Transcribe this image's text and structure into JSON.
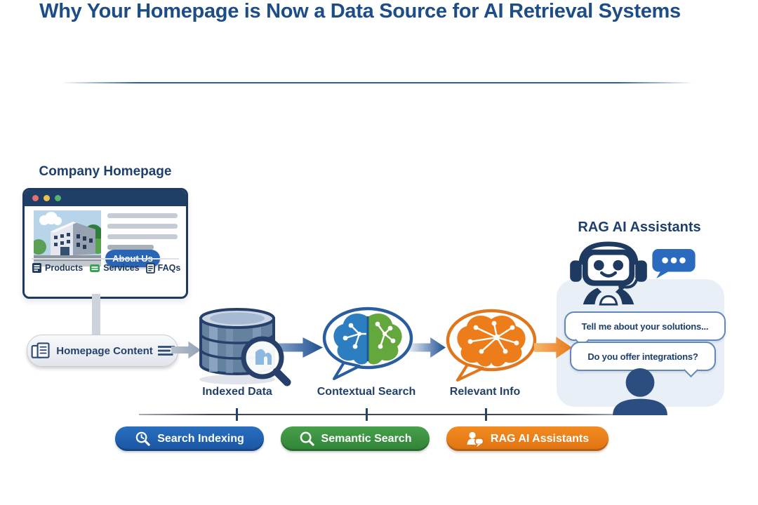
{
  "title": "Why Your Homepage is Now a Data Source for AI Retrieval Systems",
  "homepage": {
    "heading": "Company Homepage",
    "about_button": "About Us",
    "nav_items": [
      {
        "icon": "products-document-icon",
        "label": "Products"
      },
      {
        "icon": "services-stack-icon",
        "label": "Services"
      },
      {
        "icon": "faqs-document-icon",
        "label": "FAQs"
      }
    ]
  },
  "pipeline": {
    "source": {
      "label": "Homepage Content"
    },
    "steps": [
      {
        "label": "Indexed Data",
        "icon": "database-magnifier-icon"
      },
      {
        "label": "Contextual Search",
        "icon": "speech-bubble-brain-icon"
      },
      {
        "label": "Relevant Info",
        "icon": "speech-bubble-brain-orange-icon"
      }
    ]
  },
  "assistants": {
    "heading": "RAG AI Assistants",
    "messages": [
      {
        "text": "Tell me about your solutions..."
      },
      {
        "text": "Do you offer integrations?"
      }
    ]
  },
  "legend": [
    {
      "label": "Search Indexing",
      "color": "#1d5fae"
    },
    {
      "label": "Semantic Search",
      "color": "#3a9142"
    },
    {
      "label": "RAG AI Assistants",
      "color": "#ee7f18"
    }
  ],
  "colors": {
    "title": "#1d4d86",
    "navy": "#1f3a60",
    "accent_blue": "#2a5d9f",
    "accent_green": "#64a73d",
    "accent_orange": "#ed7d1a",
    "panel": "#e9eff6"
  }
}
